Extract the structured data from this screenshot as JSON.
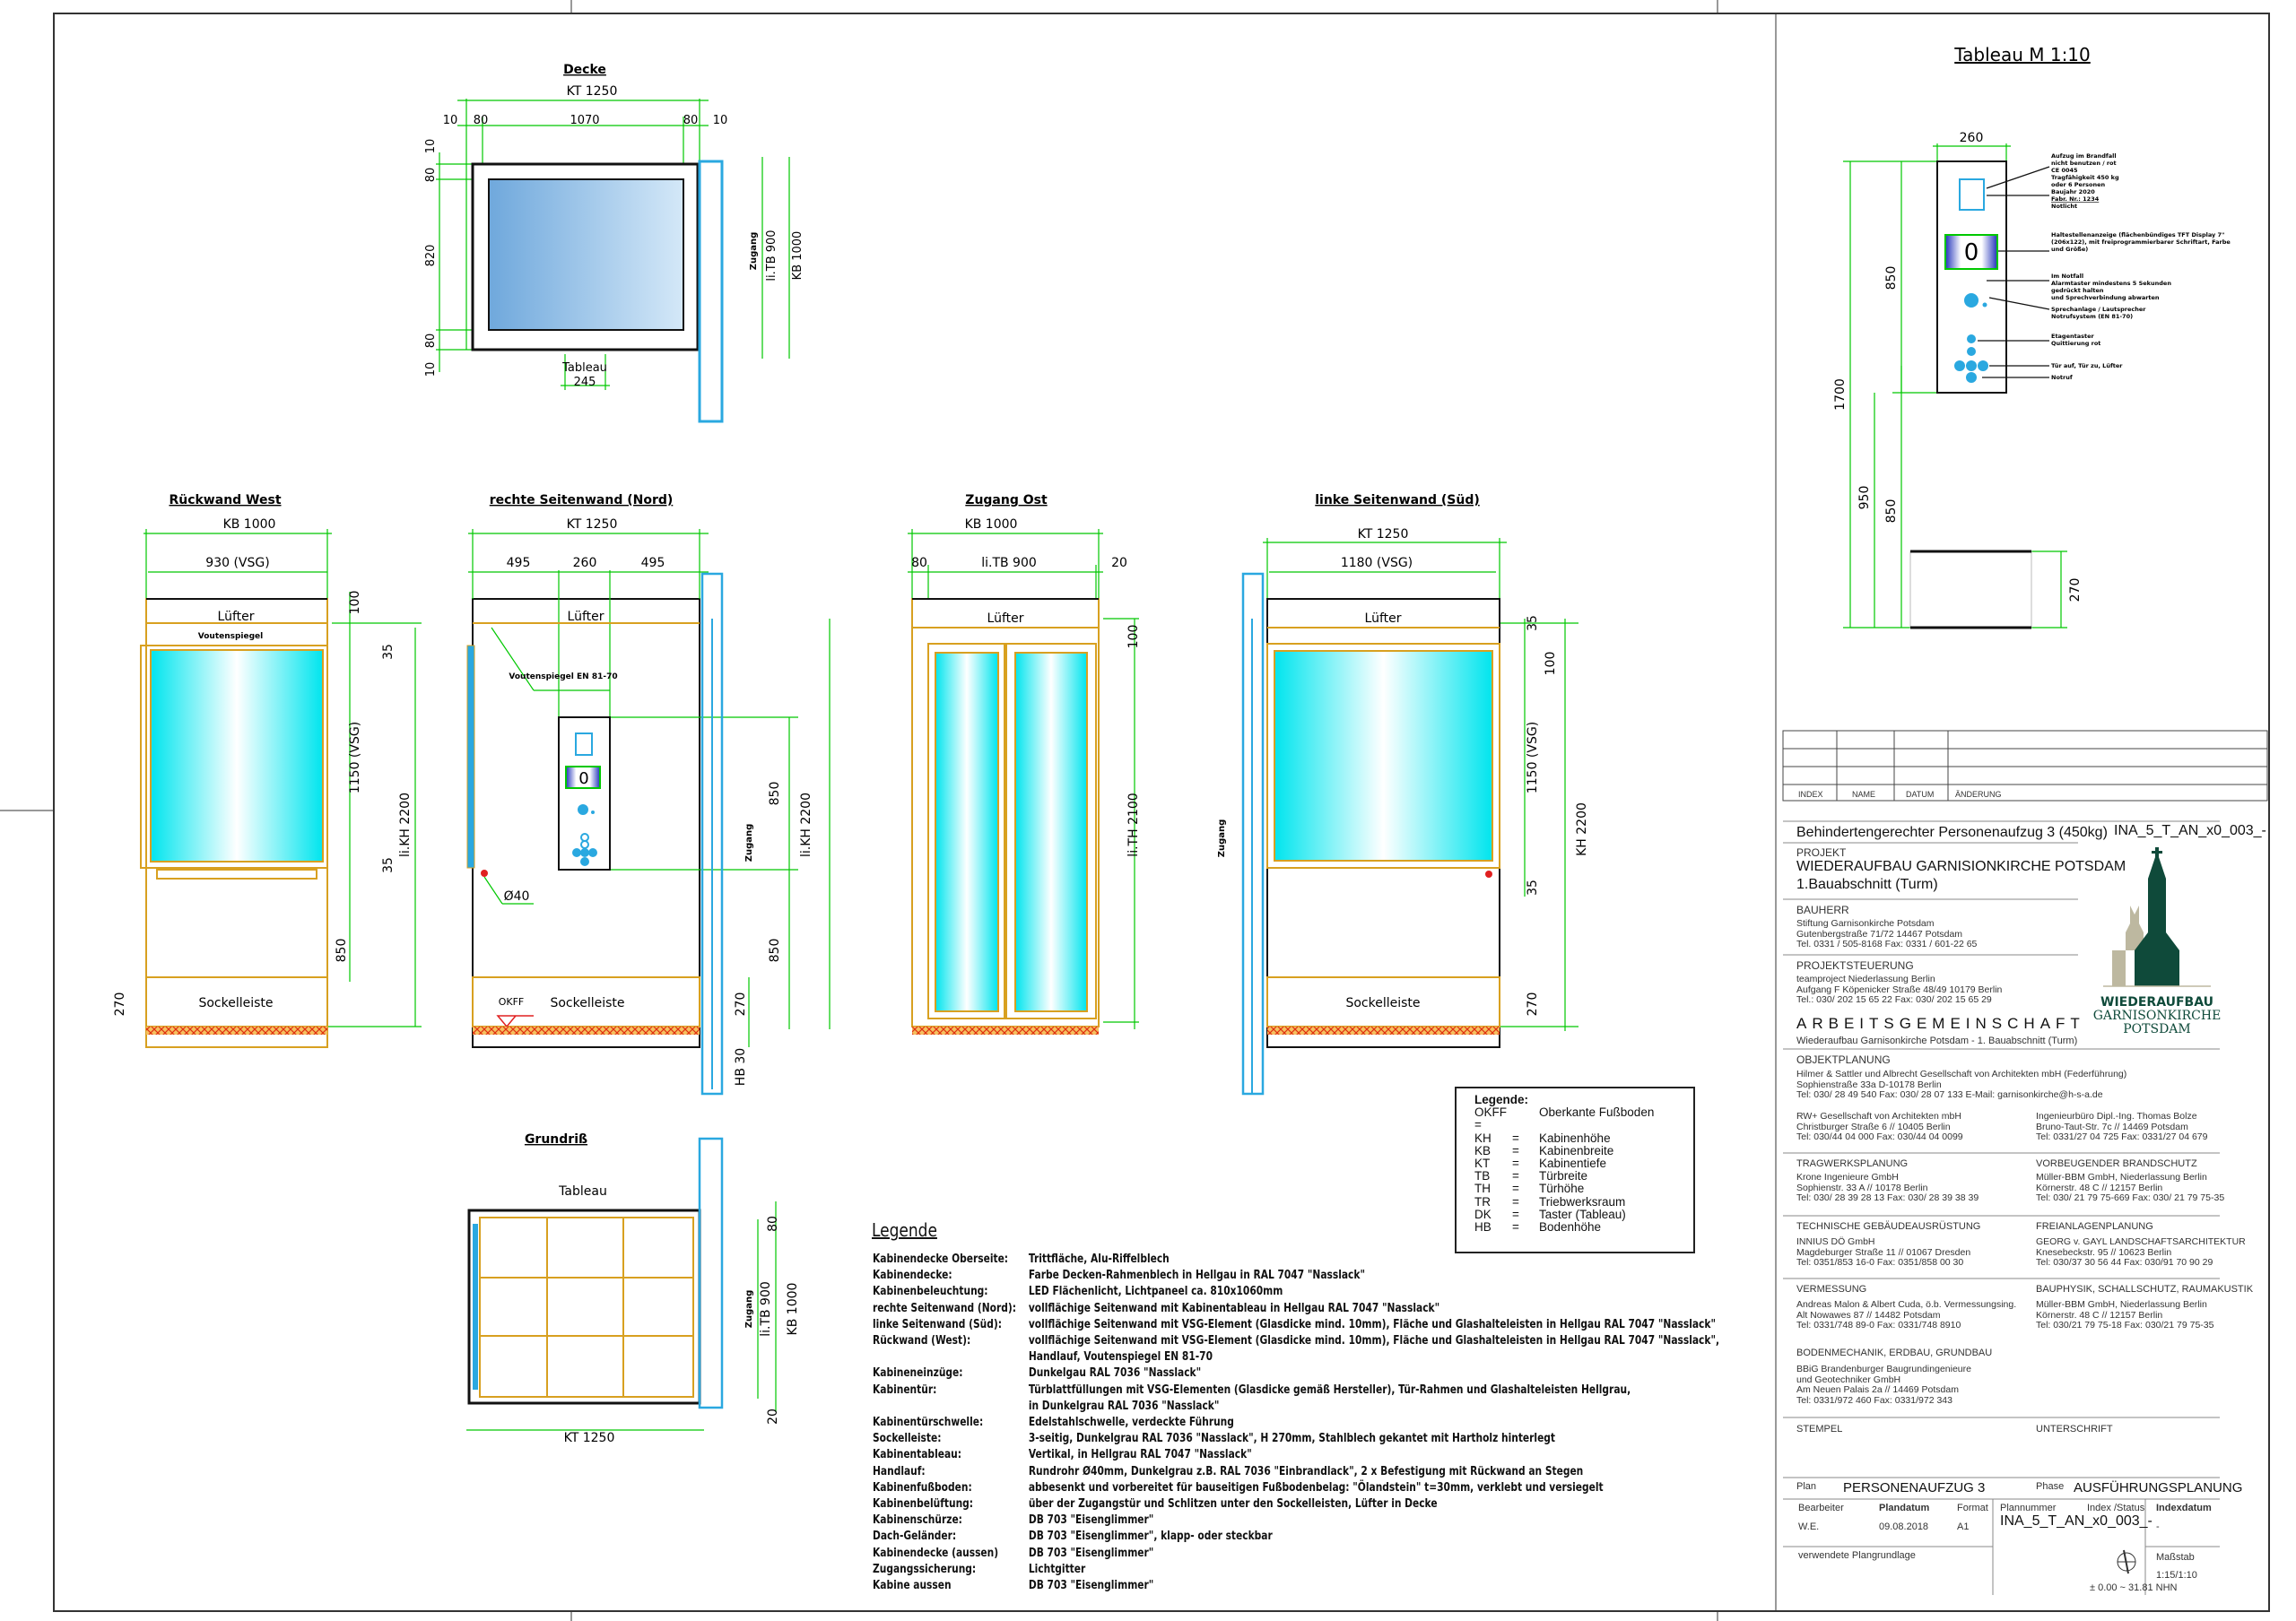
{
  "colors": {
    "frame": "#222222",
    "dimension": "#00c800",
    "panel": "#d8a020",
    "glass": "#00e5ee",
    "door_blue": "#2aa8e0",
    "accent_red": "#e02020",
    "logo_green": "#0f4a3a",
    "logo_beige": "#bdb8a0"
  },
  "views": {
    "decke": {
      "title": "Decke",
      "kt": "KT 1250",
      "dims_top": [
        "10",
        "80",
        "1070",
        "80",
        "10"
      ],
      "dims_left": [
        "10",
        "80",
        "820",
        "80",
        "10"
      ],
      "zugang": "Zugang",
      "tb": "li.TB 900",
      "kb": "KB 1000",
      "tableau": "Tableau",
      "tableau_dim": "245"
    },
    "rueckwand": {
      "title": "Rückwand West",
      "kb": "KB 1000",
      "vsg_w": "930 (VSG)",
      "luefter": "Lüfter",
      "voutenspiegel": "Voutenspiegel",
      "d100": "100",
      "d35a": "35",
      "vsg_h": "1150 (VSG)",
      "d35b": "35",
      "kh": "li.KH 2200",
      "d850": "850",
      "sockel": "Sockelleiste",
      "d270": "270"
    },
    "rechte": {
      "title": "rechte Seitenwand (Nord)",
      "kt": "KT 1250",
      "d495a": "495",
      "d260": "260",
      "d495b": "495",
      "luefter": "Lüfter",
      "voutenspiegel": "Voutenspiegel EN 81-70",
      "display": "0",
      "handlauf": "Ø40",
      "okff": "OKFF",
      "sockel": "Sockelleiste",
      "d850a": "850",
      "d850b": "850",
      "d270": "270",
      "hb": "HB 30",
      "zugang": "Zugang",
      "kh": "li.KH 2200"
    },
    "zugang": {
      "title": "Zugang Ost",
      "kb": "KB 1000",
      "d80": "80",
      "tb": "li.TB 900",
      "d20": "20",
      "luefter": "Lüfter",
      "d100": "100",
      "th": "li.TH 2100",
      "zugang": "Zugang"
    },
    "linke": {
      "title": "linke Seitenwand (Süd)",
      "kt": "KT 1250",
      "vsg_w": "1180 (VSG)",
      "luefter": "Lüfter",
      "d35a": "35",
      "d100": "100",
      "vsg_h": "1150 (VSG)",
      "d35b": "35",
      "kh": "KH 2200",
      "d270": "270",
      "sockel": "Sockelleiste"
    },
    "grundriss": {
      "title": "Grundriß",
      "tableau": "Tableau",
      "d80": "80",
      "zugang": "Zugang",
      "tb": "li.TB 900",
      "kb": "KB 1000",
      "d20": "20",
      "kt": "KT 1250"
    },
    "tableau": {
      "title": "Tableau M 1:10",
      "d260": "260",
      "d850": "850",
      "d1700": "1700",
      "d950": "950",
      "d850b": "850",
      "d270": "270",
      "display": "0",
      "notes": [
        [
          "Aufzug im Brandfall",
          "nicht benutzen / rot",
          "CE 0045",
          "Tragfähigkeit 450 kg",
          "oder 6 Personen",
          "Baujahr 2020",
          "Fabr. Nr.: 1234",
          "Notlicht"
        ],
        [
          "Haltestellenanzeige (flächenbündiges TFT Display 7\"",
          "(206x122), mit freiprogrammierbarer Schriftart, Farbe",
          "und Größe)"
        ],
        [
          "Im Notfall",
          "Alarmtaster mindestens 5 Sekunden",
          "gedrückt halten",
          "und Sprechverbindung abwarten"
        ],
        [
          "Sprechanlage / Lautsprecher",
          "Notrufsystem (EN 81-70)"
        ],
        [
          "Etagentaster",
          "Quittierung rot"
        ],
        [
          "Tür auf, Tür zu, Lüfter"
        ],
        [
          "Notruf"
        ]
      ]
    }
  },
  "abbreviations": {
    "title": "Legende:",
    "items": [
      [
        "OKFF =",
        "",
        "Oberkante Fußboden"
      ],
      [
        "KH",
        "=",
        "Kabinenhöhe"
      ],
      [
        "KB",
        "=",
        "Kabinenbreite"
      ],
      [
        "KT",
        "=",
        "Kabinentiefe"
      ],
      [
        "TB",
        "=",
        "Türbreite"
      ],
      [
        "TH",
        "=",
        "Türhöhe"
      ],
      [
        "TR",
        "=",
        "Triebwerksraum"
      ],
      [
        "DK",
        "=",
        "Taster (Tableau)"
      ],
      [
        "HB",
        "=",
        "Bodenhöhe"
      ]
    ]
  },
  "legend": {
    "title": "Legende",
    "rows": [
      [
        "Kabinendecke Oberseite:",
        "Trittfläche, Alu-Riffelblech"
      ],
      [
        "Kabinendecke:",
        "Farbe Decken-Rahmenblech in Hellgau in RAL 7047 \"Nasslack\""
      ],
      [
        "Kabinenbeleuchtung:",
        "LED Flächenlicht, Lichtpaneel ca. 810x1060mm"
      ],
      [
        "rechte Seitenwand (Nord):",
        "vollflächige Seitenwand mit Kabinentableau in Hellgau  RAL 7047 \"Nasslack\""
      ],
      [
        "linke Seitenwand (Süd):",
        "vollflächige Seitenwand mit VSG-Element (Glasdicke mind. 10mm), Fläche und Glashalteleisten in Hellgau RAL 7047 \"Nasslack\""
      ],
      [
        "Rückwand (West):",
        "vollflächige Seitenwand mit VSG-Element (Glasdicke mind. 10mm), Fläche und Glashalteleisten in Hellgau RAL 7047 \"Nasslack\","
      ],
      [
        "",
        "Handlauf, Voutenspiegel EN 81-70"
      ],
      [
        "Kabineneinzüge:",
        "Dunkelgau RAL 7036 \"Nasslack\""
      ],
      [
        "Kabinentür:",
        "Türblattfüllungen mit VSG-Elementen (Glasdicke gemäß Hersteller), Tür-Rahmen und Glashalteleisten Hellgrau,"
      ],
      [
        "",
        "in Dunkelgrau RAL 7036 \"Nasslack\""
      ],
      [
        "Kabinentürschwelle:",
        "Edelstahlschwelle, verdeckte Führung"
      ],
      [
        "Sockelleiste:",
        "3-seitig, Dunkelgrau RAL 7036 \"Nasslack\", H 270mm, Stahlblech gekantet mit Hartholz hinterlegt"
      ],
      [
        "Kabinentableau:",
        "Vertikal, in Hellgrau RAL 7047 \"Nasslack\""
      ],
      [
        "Handlauf:",
        "Rundrohr Ø40mm, Dunkelgrau z.B. RAL 7036 \"Einbrandlack\", 2 x Befestigung mit Rückwand an Stegen"
      ],
      [
        "Kabinenfußboden:",
        "abbesenkt und vorbereitet für bauseitigen Fußbodenbelag: \"Ölandstein\" t=30mm, verklebt und versiegelt"
      ],
      [
        "Kabinenbelüftung:",
        "über der Zugangstür und Schlitzen unter den Sockelleisten, Lüfter in Decke"
      ],
      [
        "Kabinenschürze:",
        "DB 703 \"Eisenglimmer\""
      ],
      [
        "Dach-Geländer:",
        "DB 703 \"Eisenglimmer\", klapp- oder steckbar"
      ],
      [
        "Kabinendecke (aussen)",
        "DB 703 \"Eisenglimmer\""
      ],
      [
        "Zugangssicherung:",
        "Lichtgitter"
      ],
      [
        "Kabine aussen",
        "DB 703 \"Eisenglimmer\""
      ]
    ]
  },
  "revision_table": {
    "headers": [
      "INDEX",
      "NAME",
      "DATUM",
      "ÄNDERUNG"
    ]
  },
  "titleblock": {
    "subject": "Behindertengerechter Personenaufzug 3 (450kg)",
    "code": "INA_5_T_AN_x0_003_-",
    "projekt_label": "PROJEKT",
    "projekt": "WIEDERAUFBAU GARNISIONKIRCHE POTSDAM",
    "projekt_sub": "1.Bauabschnitt   (Turm)",
    "logo": [
      "WIEDERAUFBAU",
      "GARNISONKIRCHE",
      "POTSDAM"
    ],
    "bauherr_label": "BAUHERR",
    "bauherr": [
      "Stiftung Garnisonkirche Potsdam",
      "Gutenbergstraße 71/72    14467 Potsdam",
      "Tel. 0331 / 505-8168 Fax: 0331 / 601-22 65"
    ],
    "steuerung_label": "PROJEKTSTEUERUNG",
    "steuerung": [
      "teamproject   Niederlassung Berlin",
      "Aufgang F Köpenicker Straße 48/49  10179 Berlin",
      "Tel.:  030/ 202 15 65 22 Fax:  030/ 202 15 65 29"
    ],
    "arge": "ARBEITSGEMEINSCHAFT",
    "arge_sub": "Wiederaufbau Garnisonkirche Potsdam - 1. Bauabschnitt (Turm)",
    "objekt_label": "OBJEKTPLANUNG",
    "objekt": [
      "Hilmer & Sattler und Albrecht Gesellschaft von Architekten mbH (Federführung)",
      "Sophienstraße 33a   D-10178 Berlin",
      "Tel: 030/ 28 49 540  Fax: 030/ 28 07 133  E-Mail: garnisonkirche@h-s-a.de"
    ],
    "rw": [
      "RW+ Gesellschaft von Architekten mbH",
      "Christburger Straße 6  // 10405 Berlin",
      "Tel:  030/44 04 000  Fax:  030/44 04 0099"
    ],
    "bolze": [
      "Ingenieurbüro    Dipl.-Ing.   Thomas Bolze",
      "Bruno-Taut-Str. 7c // 14469 Potsdam",
      "Tel: 0331/27 04 725  Fax: 0331/27 04 679"
    ],
    "trag_label": "TRAGWERKSPLANUNG",
    "trag": [
      "Krone Ingenieure GmbH",
      "Sophienstr. 33 A // 10178 Berlin",
      "Tel: 030/ 28 39 28 13  Fax: 030/ 28 39 38 39"
    ],
    "brand_label": "VORBEUGENDER BRANDSCHUTZ",
    "brand": [
      "Müller-BBM GmbH, Niederlassung Berlin",
      "Körnerstr. 48 C // 12157 Berlin",
      "Tel: 030/ 21 79 75-669  Fax: 030/ 21 79 75-35"
    ],
    "tga_label": "TECHNISCHE GEBÄUDEAUSRÜSTUNG",
    "tga": [
      "INNIUS DÖ GmbH",
      "Magdeburger Straße 11 // 01067 Dresden",
      "Tel:  0351/853 16-0  Fax:  0351/858 00 30"
    ],
    "frei_label": "FREIANLAGENPLANUNG",
    "frei": [
      "GEORG v. GAYL LANDSCHAFTSARCHITEKTUR",
      "Knesebeckstr. 95 // 10623 Berlin",
      "Tel:  030/37 30 56 44  Fax:  030/91 70 90 29"
    ],
    "verm_label": "VERMESSUNG",
    "verm": [
      "Andreas Malon & Albert Cuda, ö.b. Vermessungsing.",
      "Alt Nowawes 87 // 14482 Potsdam",
      "Tel:  0331/748 89-0  Fax:  0331/748 8910"
    ],
    "bau_label": "BAUPHYSIK, SCHALLSCHUTZ, RAUMAKUSTIK",
    "bau": [
      "Müller-BBM GmbH, Niederlassung Berlin",
      "Körnerstr. 48 C // 12157 Berlin",
      "Tel:  030/21 79 75-18  Fax:  030/21 79 75-35"
    ],
    "boden_label": "BODENMECHANIK, ERDBAU, GRUNDBAU",
    "boden": [
      "BBiG Brandenburger Baugrundingenieure",
      "und Geotechniker GmbH",
      "Am Neuen Palais 2a // 14469 Potsdam",
      "Tel:  0331/972 460  Fax:  0331/972 343"
    ],
    "stempel": "STEMPEL",
    "unterschrift": "UNTERSCHRIFT",
    "plan_label": "Plan",
    "plan": "PERSONENAUFZUG 3",
    "phase_label": "Phase",
    "phase": "AUSFÜHRUNGSPLANUNG",
    "bearbeiter_label": "Bearbeiter",
    "bearbeiter": "W.E.",
    "plandatum_label": "Plandatum",
    "plandatum": "09.08.2018",
    "format_label": "Format",
    "format": "A1",
    "plannummer_label": "Plannummer",
    "index_label": "Index /Status",
    "plannummer": "INA_5_T_AN_x0_003_-",
    "indexdatum_label": "Indexdatum",
    "indexdatum": "-",
    "grundlage_label": "verwendete Plangrundlage",
    "massstab_label": "Maßstab",
    "massstab": "1:15/1:10",
    "hoehe": "± 0.00 ~ 31.81 NHN"
  }
}
